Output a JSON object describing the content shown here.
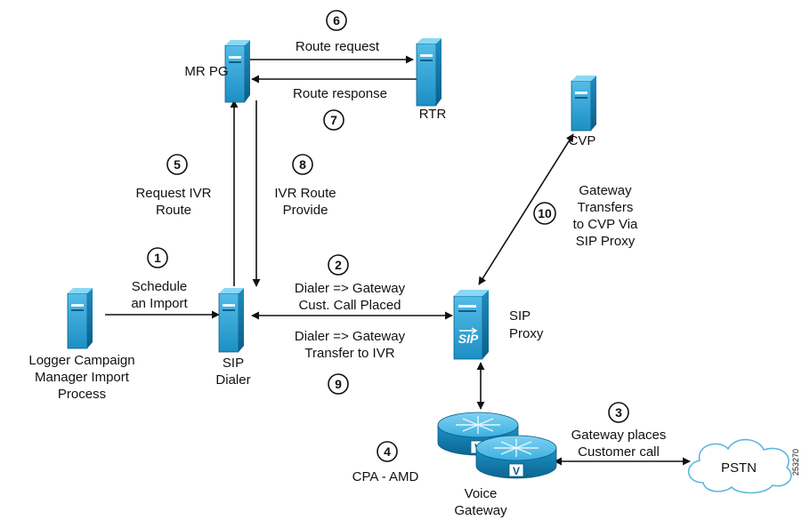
{
  "nodes": {
    "mr_pg": {
      "label": "MR PG"
    },
    "rtr": {
      "label": "RTR"
    },
    "cvp": {
      "label": "CVP"
    },
    "logger": {
      "label_lines": [
        "Logger Campaign",
        "Manager Import",
        "Process"
      ]
    },
    "sip_dialer": {
      "label_lines": [
        "SIP",
        "Dialer"
      ]
    },
    "sip_proxy": {
      "label_lines": [
        "SIP",
        "Proxy"
      ],
      "icon_text": "SIP"
    },
    "voice_gateway": {
      "label_lines": [
        "Voice",
        "Gateway"
      ],
      "router_mark": "V"
    },
    "pstn": {
      "label": "PSTN"
    }
  },
  "steps": [
    {
      "number": "1",
      "label_lines": [
        "Schedule",
        "an Import"
      ]
    },
    {
      "number": "2",
      "label_lines": [
        "Dialer => Gateway",
        "Cust. Call Placed"
      ]
    },
    {
      "number": "3",
      "label_lines": [
        "Gateway places",
        "Customer call"
      ]
    },
    {
      "number": "4",
      "label_lines": [
        "CPA - AMD"
      ]
    },
    {
      "number": "5",
      "label_lines": [
        "Request IVR",
        "Route"
      ]
    },
    {
      "number": "6",
      "label_lines": [
        "Route request"
      ]
    },
    {
      "number": "7",
      "label_lines": [
        "Route response"
      ]
    },
    {
      "number": "8",
      "label_lines": [
        "IVR Route",
        "Provide"
      ]
    },
    {
      "number": "9",
      "label_lines": [
        "Dialer => Gateway",
        "Transfer to IVR"
      ]
    },
    {
      "number": "10",
      "label_lines": [
        "Gateway",
        "Transfers",
        "to CVP Via",
        "SIP Proxy"
      ]
    }
  ],
  "figure_id": "253270",
  "colors": {
    "server_light": "#6ec9ee",
    "server_mid": "#2aa3d8",
    "server_dark": "#0b6f9e",
    "cloud_stroke": "#5bb6e0",
    "line": "#111111"
  }
}
